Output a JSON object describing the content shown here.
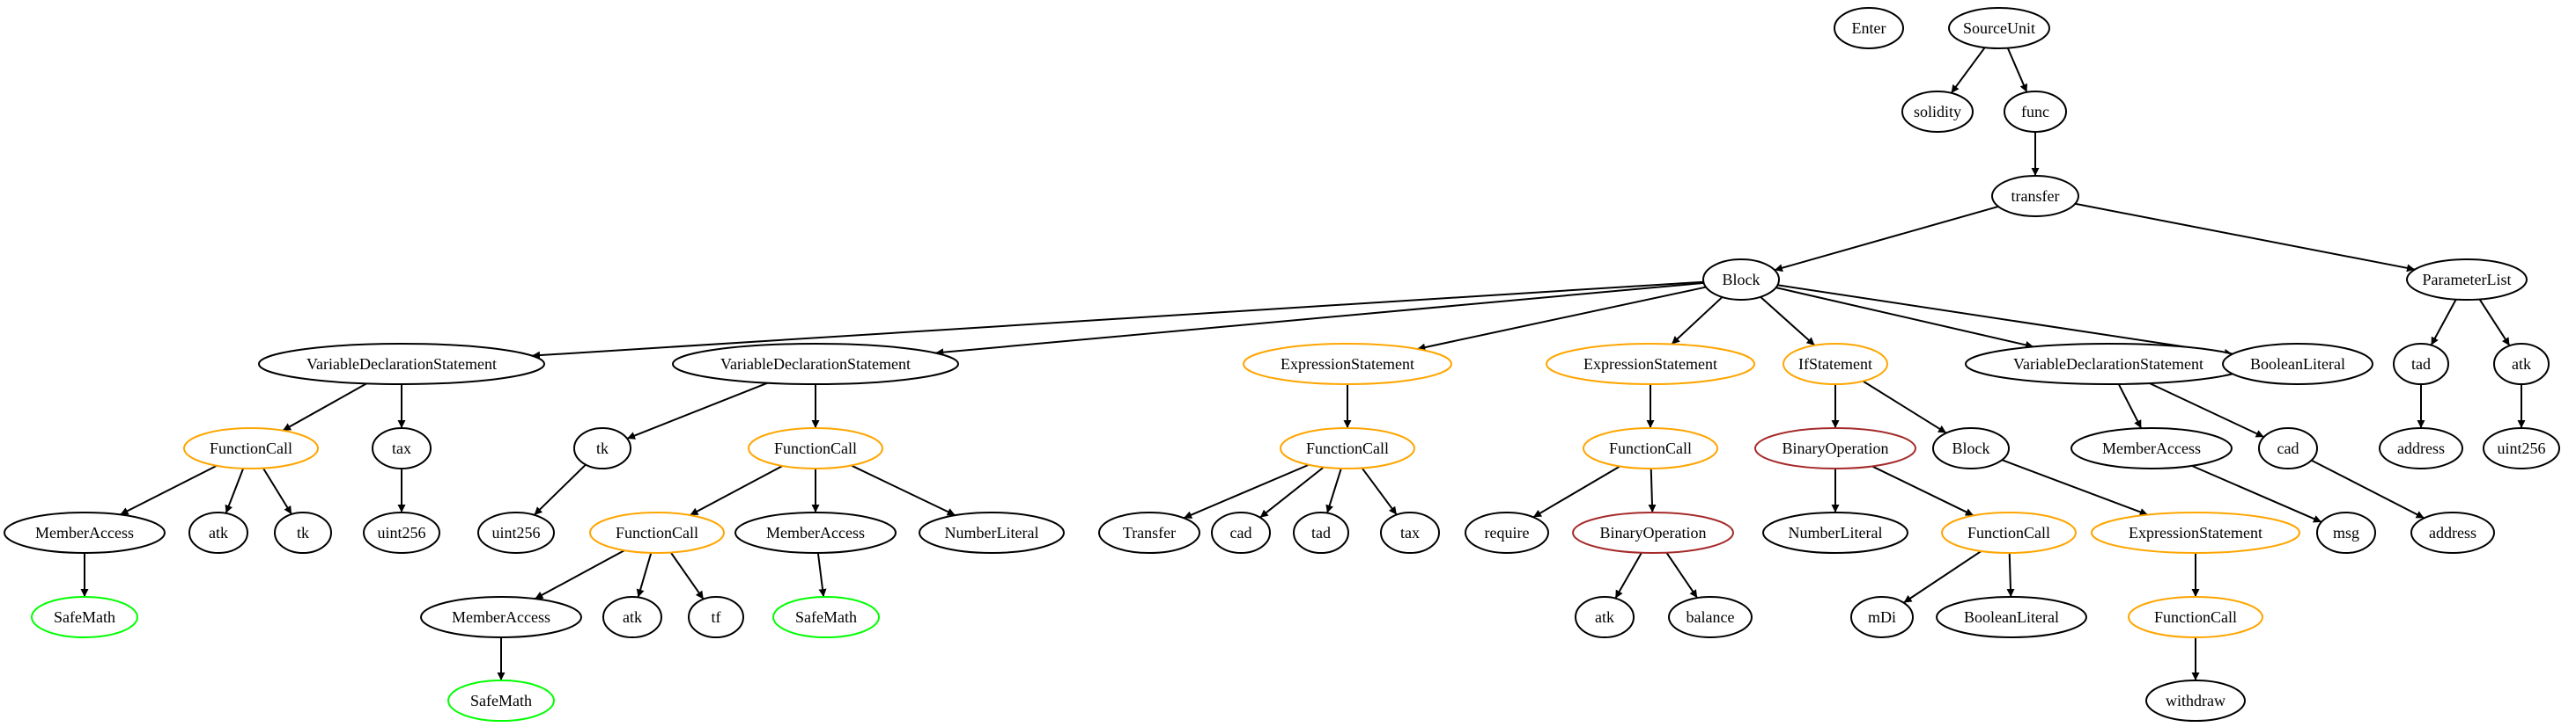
{
  "colors": {
    "default": "#000000",
    "orange": "#FFA500",
    "green": "#00FF00",
    "brown": "#A52A2A"
  },
  "nodes": {
    "enter": {
      "label": "Enter",
      "color": "default"
    },
    "sourceunit": {
      "label": "SourceUnit",
      "color": "default"
    },
    "solidity": {
      "label": "solidity",
      "color": "default"
    },
    "func": {
      "label": "func",
      "color": "default"
    },
    "transfer": {
      "label": "transfer",
      "color": "default"
    },
    "block": {
      "label": "Block",
      "color": "default"
    },
    "paramlist": {
      "label": "ParameterList",
      "color": "default"
    },
    "tad_p": {
      "label": "tad",
      "color": "default"
    },
    "atk_p": {
      "label": "atk",
      "color": "default"
    },
    "address_p": {
      "label": "address",
      "color": "default"
    },
    "uint256_p": {
      "label": "uint256",
      "color": "default"
    },
    "vds1": {
      "label": "VariableDeclarationStatement",
      "color": "default"
    },
    "fc1": {
      "label": "FunctionCall",
      "color": "orange"
    },
    "tax1": {
      "label": "tax",
      "color": "default"
    },
    "uint256_1": {
      "label": "uint256",
      "color": "default"
    },
    "ma1": {
      "label": "MemberAccess",
      "color": "default"
    },
    "atk1": {
      "label": "atk",
      "color": "default"
    },
    "tk1": {
      "label": "tk",
      "color": "default"
    },
    "safemath1": {
      "label": "SafeMath",
      "color": "green"
    },
    "vds2": {
      "label": "VariableDeclarationStatement",
      "color": "default"
    },
    "tk2": {
      "label": "tk",
      "color": "default"
    },
    "uint256_2": {
      "label": "uint256",
      "color": "default"
    },
    "fc2": {
      "label": "FunctionCall",
      "color": "orange"
    },
    "fc3": {
      "label": "FunctionCall",
      "color": "orange"
    },
    "ma2": {
      "label": "MemberAccess",
      "color": "default"
    },
    "numlit1": {
      "label": "NumberLiteral",
      "color": "default"
    },
    "ma3": {
      "label": "MemberAccess",
      "color": "default"
    },
    "atk2": {
      "label": "atk",
      "color": "default"
    },
    "tf": {
      "label": "tf",
      "color": "default"
    },
    "safemath2": {
      "label": "SafeMath",
      "color": "green"
    },
    "safemath3": {
      "label": "SafeMath",
      "color": "green"
    },
    "es1": {
      "label": "ExpressionStatement",
      "color": "orange"
    },
    "fc4": {
      "label": "FunctionCall",
      "color": "orange"
    },
    "transferev": {
      "label": "Transfer",
      "color": "default"
    },
    "cad1": {
      "label": "cad",
      "color": "default"
    },
    "tad1": {
      "label": "tad",
      "color": "default"
    },
    "tax2": {
      "label": "tax",
      "color": "default"
    },
    "es2": {
      "label": "ExpressionStatement",
      "color": "orange"
    },
    "fc5": {
      "label": "FunctionCall",
      "color": "orange"
    },
    "require": {
      "label": "require",
      "color": "default"
    },
    "binop1": {
      "label": "BinaryOperation",
      "color": "brown"
    },
    "atk3": {
      "label": "atk",
      "color": "default"
    },
    "balance": {
      "label": "balance",
      "color": "default"
    },
    "ifst": {
      "label": "IfStatement",
      "color": "orange"
    },
    "binop2": {
      "label": "BinaryOperation",
      "color": "brown"
    },
    "numlit2": {
      "label": "NumberLiteral",
      "color": "default"
    },
    "fc6": {
      "label": "FunctionCall",
      "color": "orange"
    },
    "mdi": {
      "label": "mDi",
      "color": "default"
    },
    "boollit1": {
      "label": "BooleanLiteral",
      "color": "default"
    },
    "block2": {
      "label": "Block",
      "color": "default"
    },
    "es3": {
      "label": "ExpressionStatement",
      "color": "orange"
    },
    "fc7": {
      "label": "FunctionCall",
      "color": "orange"
    },
    "withdraw": {
      "label": "withdraw",
      "color": "default"
    },
    "vds3": {
      "label": "VariableDeclarationStatement",
      "color": "default"
    },
    "ma4": {
      "label": "MemberAccess",
      "color": "default"
    },
    "msg": {
      "label": "msg",
      "color": "default"
    },
    "cad2": {
      "label": "cad",
      "color": "default"
    },
    "address2": {
      "label": "address",
      "color": "default"
    },
    "boollit2": {
      "label": "BooleanLiteral",
      "color": "default"
    }
  },
  "edges": [
    [
      "sourceunit",
      "solidity"
    ],
    [
      "sourceunit",
      "func"
    ],
    [
      "func",
      "transfer"
    ],
    [
      "transfer",
      "block"
    ],
    [
      "transfer",
      "paramlist"
    ],
    [
      "paramlist",
      "tad_p"
    ],
    [
      "paramlist",
      "atk_p"
    ],
    [
      "tad_p",
      "address_p"
    ],
    [
      "atk_p",
      "uint256_p"
    ],
    [
      "block",
      "vds1"
    ],
    [
      "block",
      "vds2"
    ],
    [
      "block",
      "es1"
    ],
    [
      "block",
      "es2"
    ],
    [
      "block",
      "ifst"
    ],
    [
      "block",
      "vds3"
    ],
    [
      "block",
      "boollit2"
    ],
    [
      "vds1",
      "fc1"
    ],
    [
      "vds1",
      "tax1"
    ],
    [
      "tax1",
      "uint256_1"
    ],
    [
      "fc1",
      "ma1"
    ],
    [
      "fc1",
      "atk1"
    ],
    [
      "fc1",
      "tk1"
    ],
    [
      "ma1",
      "safemath1"
    ],
    [
      "vds2",
      "tk2"
    ],
    [
      "vds2",
      "fc2"
    ],
    [
      "tk2",
      "uint256_2"
    ],
    [
      "fc2",
      "fc3"
    ],
    [
      "fc2",
      "ma2"
    ],
    [
      "fc2",
      "numlit1"
    ],
    [
      "ma2",
      "safemath3"
    ],
    [
      "fc3",
      "ma3"
    ],
    [
      "fc3",
      "atk2"
    ],
    [
      "fc3",
      "tf"
    ],
    [
      "ma3",
      "safemath2"
    ],
    [
      "es1",
      "fc4"
    ],
    [
      "fc4",
      "transferev"
    ],
    [
      "fc4",
      "cad1"
    ],
    [
      "fc4",
      "tad1"
    ],
    [
      "fc4",
      "tax2"
    ],
    [
      "es2",
      "fc5"
    ],
    [
      "fc5",
      "require"
    ],
    [
      "fc5",
      "binop1"
    ],
    [
      "binop1",
      "atk3"
    ],
    [
      "binop1",
      "balance"
    ],
    [
      "ifst",
      "binop2"
    ],
    [
      "ifst",
      "block2"
    ],
    [
      "binop2",
      "numlit2"
    ],
    [
      "binop2",
      "fc6"
    ],
    [
      "fc6",
      "mdi"
    ],
    [
      "fc6",
      "boollit1"
    ],
    [
      "block2",
      "es3"
    ],
    [
      "es3",
      "fc7"
    ],
    [
      "fc7",
      "withdraw"
    ],
    [
      "vds3",
      "ma4"
    ],
    [
      "vds3",
      "cad2"
    ],
    [
      "ma4",
      "msg"
    ],
    [
      "cad2",
      "address2"
    ]
  ]
}
